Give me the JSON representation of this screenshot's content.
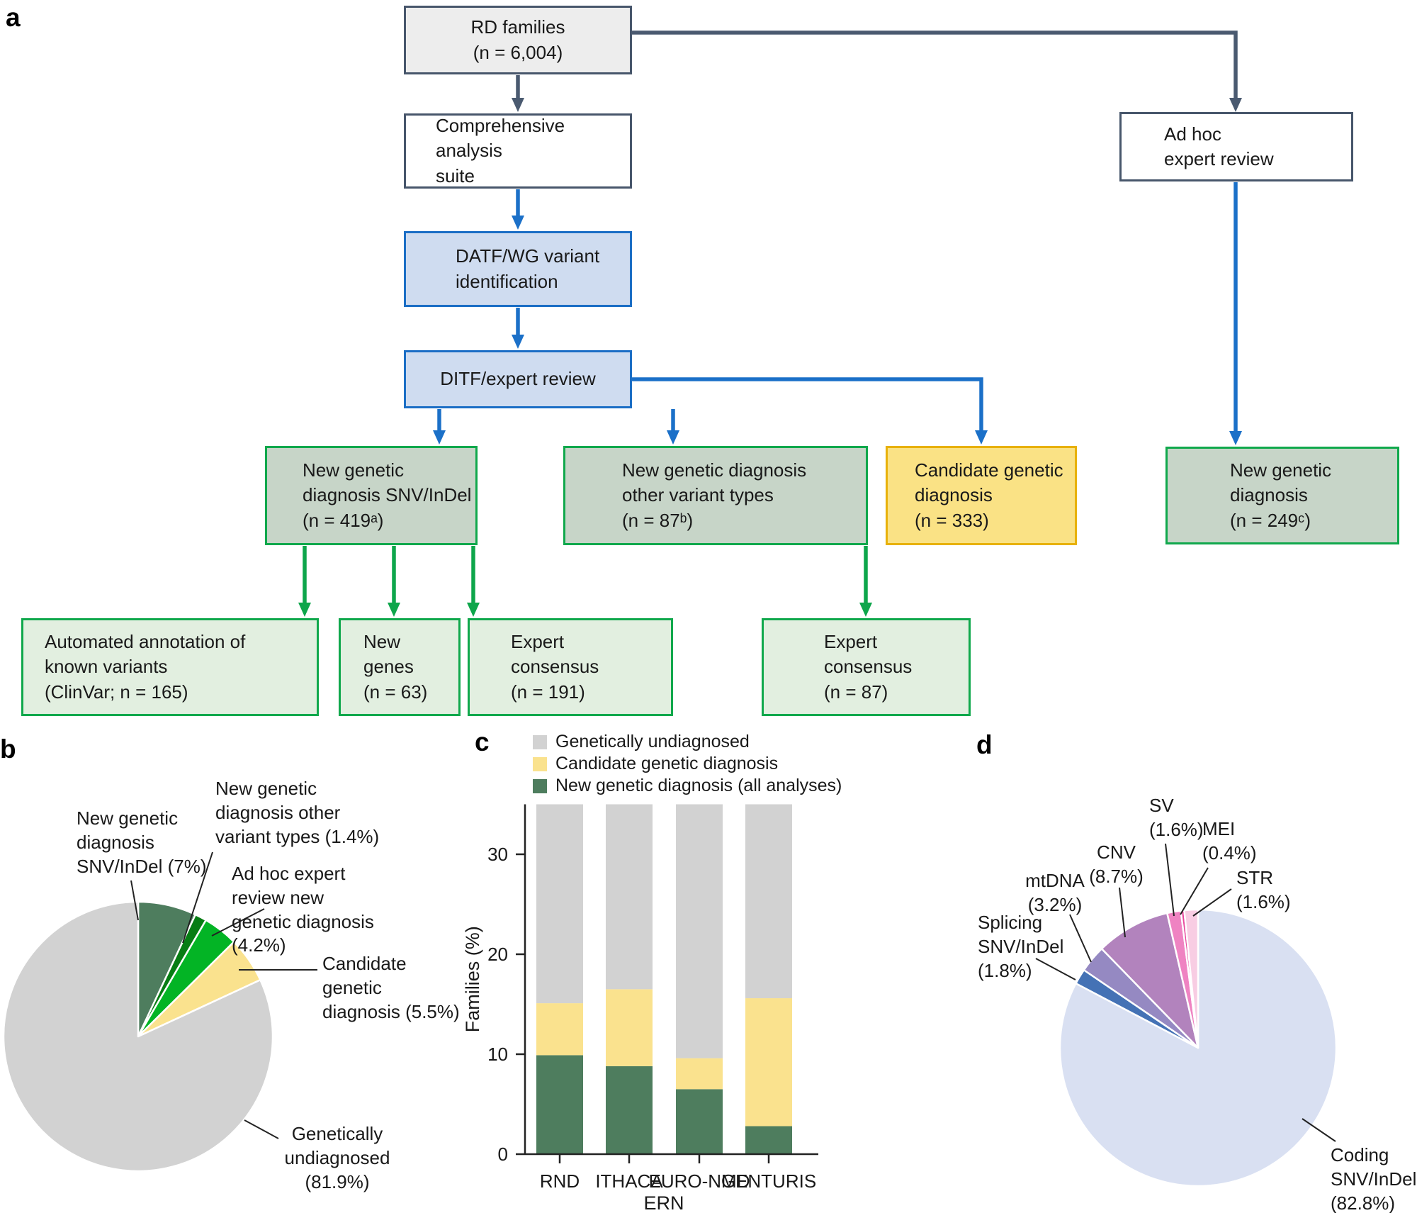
{
  "figure": {
    "panel_labels": [
      "a",
      "b",
      "c",
      "d"
    ]
  },
  "colors": {
    "slate_border": "#47566b",
    "slate_arrow": "#4a5a70",
    "blue_border": "#1b6ec5",
    "blue_fill": "#cfdcf0",
    "green_border": "#10a84c",
    "sage_fill": "#c7d5c8",
    "light_green_fill": "#e2efe0",
    "yellow_fill": "#fae285",
    "yellow_border": "#e8b10a",
    "gray_fill": "#ededed"
  },
  "flowchart": {
    "boxes": {
      "rd_families": "RD families\n(n = 6,004)",
      "comprehensive": "Comprehensive analysis\nsuite",
      "datf": "DATF/WG variant\nidentification",
      "ditf": "DITF/expert review",
      "ad_hoc": "Ad hoc\nexpert review",
      "new_dx_snv": "New genetic\ndiagnosis SNV/InDel\n(n = 419ᵃ)",
      "new_dx_other": "New genetic diagnosis\nother variant types\n(n = 87ᵇ)",
      "candidate": "Candidate genetic\ndiagnosis\n(n = 333)",
      "new_dx_adhoc": "New genetic\ndiagnosis\n(n = 249ᶜ)",
      "auto_annot": "Automated annotation of\nknown variants\n(ClinVar; n = 165)",
      "new_genes": "New\ngenes\n(n = 63)",
      "expert_consensus_191": "Expert\nconsensus\n(n = 191)",
      "expert_consensus_87": "Expert\nconsensus\n(n = 87)"
    }
  },
  "chart_data": [
    {
      "id": "panel_b_pie",
      "type": "pie",
      "title": "",
      "start_angle_deg": 0,
      "direction": "clockwise",
      "slices": [
        {
          "name": "New genetic diagnosis SNV/InDel",
          "label": "New genetic\ndiagnosis\nSNV/InDel (7%)",
          "value": 7.0,
          "color": "#4e7d5e"
        },
        {
          "name": "New genetic diagnosis other variant types",
          "label": "New genetic\ndiagnosis other\nvariant types (1.4%)",
          "value": 1.4,
          "color": "#077d14"
        },
        {
          "name": "Ad hoc expert review new genetic diagnosis",
          "label": "Ad hoc expert\nreview new\ngenetic diagnosis\n(4.2%)",
          "value": 4.2,
          "color": "#03b425"
        },
        {
          "name": "Candidate genetic diagnosis",
          "label": "Candidate\ngenetic\ndiagnosis (5.5%)",
          "value": 5.5,
          "color": "#fae28e"
        },
        {
          "name": "Genetically undiagnosed",
          "label": "Genetically\nundiagnosed\n(81.9%)",
          "value": 81.9,
          "color": "#d2d2d2"
        }
      ]
    },
    {
      "id": "panel_c_bars",
      "type": "bar",
      "stacked": true,
      "categories": [
        "RND",
        "ITHACA",
        "EURO-NMD",
        "GENTURIS"
      ],
      "series": [
        {
          "name": "New genetic diagnosis (all analyses)",
          "color": "#4e7d5e",
          "values": [
            9.9,
            8.8,
            6.5,
            2.8
          ]
        },
        {
          "name": "Candidate genetic diagnosis",
          "color": "#fae28e",
          "values": [
            5.2,
            7.7,
            3.1,
            12.8
          ]
        },
        {
          "name": "Genetically undiagnosed",
          "color": "#d2d2d2",
          "values": [
            19.9,
            18.5,
            25.4,
            19.4
          ]
        }
      ],
      "legend_position": "top",
      "legend_order": [
        "Genetically undiagnosed",
        "Candidate genetic diagnosis",
        "New genetic diagnosis (all analyses)"
      ],
      "xlabel": "ERN",
      "ylabel": "Families (%)",
      "ylim": [
        0,
        35
      ],
      "yticks": [
        0,
        10,
        20,
        30
      ],
      "grid": false
    },
    {
      "id": "panel_d_pie",
      "type": "pie",
      "title": "",
      "start_angle_deg": 0,
      "direction": "clockwise",
      "slices": [
        {
          "name": "Coding SNV/InDel",
          "label": "Coding\nSNV/InDel\n(82.8%)",
          "value": 82.8,
          "color": "#d9e0f2"
        },
        {
          "name": "Splicing SNV/InDel",
          "label": "Splicing\nSNV/InDel\n(1.8%)",
          "value": 1.8,
          "color": "#4472b5"
        },
        {
          "name": "mtDNA",
          "label": "mtDNA\n(3.2%)",
          "value": 3.2,
          "color": "#9589c2"
        },
        {
          "name": "CNV",
          "label": "CNV\n(8.7%)",
          "value": 8.7,
          "color": "#b283bd"
        },
        {
          "name": "SV",
          "label": "SV\n(1.6%)",
          "value": 1.6,
          "color": "#ef83c2"
        },
        {
          "name": "MEI",
          "label": "MEI\n(0.4%)",
          "value": 0.4,
          "color": "#e84a9e"
        },
        {
          "name": "STR",
          "label": "STR\n(1.6%)",
          "value": 1.6,
          "color": "#f8cde3"
        }
      ]
    }
  ]
}
